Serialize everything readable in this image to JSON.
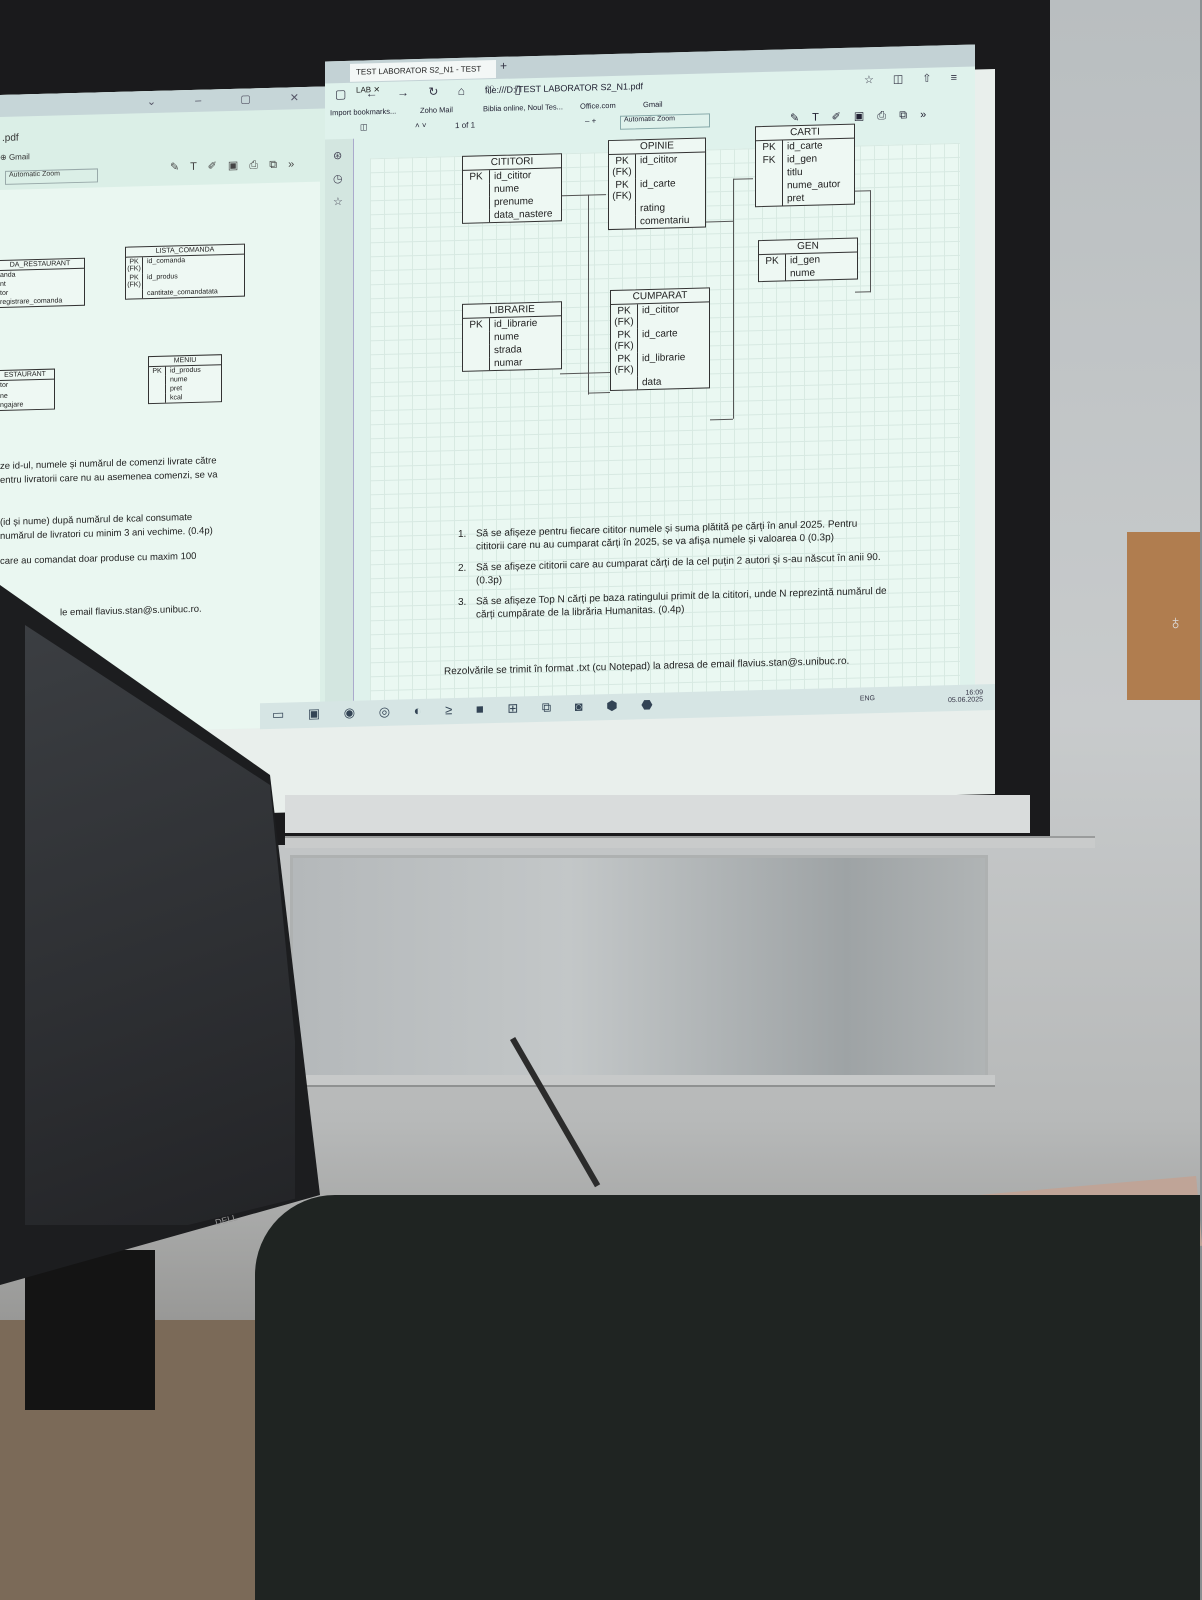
{
  "left_window": {
    "filename": ".pdf",
    "gmail": "Gmail",
    "zoom": "Automatic Zoom",
    "tables": [
      {
        "title": "DA_RESTAURANT",
        "rows": [
          {
            "k": "",
            "f": "anda"
          },
          {
            "k": "",
            "f": "nt"
          },
          {
            "k": "",
            "f": "tor"
          },
          {
            "k": "",
            "f": "registrare_comanda"
          }
        ]
      },
      {
        "title": "LISTA_COMANDA",
        "rows": [
          {
            "k": "PK (FK)",
            "f": "id_comanda"
          },
          {
            "k": "PK (FK)",
            "f": "id_produs"
          },
          {
            "k": "",
            "f": "cantitate_comandatata"
          }
        ]
      },
      {
        "title": "ESTAURANT",
        "rows": [
          {
            "k": "",
            "f": "tor"
          },
          {
            "k": "",
            "f": ""
          },
          {
            "k": "",
            "f": "ne"
          },
          {
            "k": "",
            "f": "ngajare"
          }
        ]
      },
      {
        "title": "MENIU",
        "rows": [
          {
            "k": "PK",
            "f": "id_produs"
          },
          {
            "k": "",
            "f": "nume"
          },
          {
            "k": "",
            "f": "pret"
          },
          {
            "k": "",
            "f": "kcal"
          }
        ]
      }
    ],
    "text_1": "ze id-ul, numele și numărul de comenzi livrate către",
    "text_2": "entru livratorii care nu au asemenea comenzi, se va",
    "text_3": "(id și nume) după numărul de kcal consumate",
    "text_4": "numărul de livratori cu minim 3 ani vechime. (0.4p)",
    "text_5": "care au comandat doar produse cu maxim 100",
    "text_6": "le email flavius.stan@s.unibuc.ro."
  },
  "browser": {
    "tab_title": "TEST LABORATOR S2_N1 - TEST LAB",
    "url": "file:///D:/TEST LABORATOR S2_N1.pdf",
    "bookmarks": [
      "Import bookmarks...",
      "Zoho Mail",
      "Biblia online, Noul Tes...",
      "Office.com",
      "Gmail"
    ],
    "page_current": "1",
    "page_total": "of 1",
    "zoom": "Automatic Zoom"
  },
  "diagram": {
    "tables": [
      {
        "title": "CITITORI",
        "rows": [
          {
            "k": "PK",
            "f": "id_cititor"
          },
          {
            "k": "",
            "f": "nume"
          },
          {
            "k": "",
            "f": "prenume"
          },
          {
            "k": "",
            "f": "data_nastere"
          }
        ]
      },
      {
        "title": "OPINIE",
        "rows": [
          {
            "k": "PK (FK)",
            "f": "id_cititor"
          },
          {
            "k": "PK (FK)",
            "f": "id_carte"
          },
          {
            "k": "",
            "f": "rating"
          },
          {
            "k": "",
            "f": "comentariu"
          }
        ]
      },
      {
        "title": "CARTI",
        "rows": [
          {
            "k": "PK",
            "f": "id_carte"
          },
          {
            "k": "FK",
            "f": "id_gen"
          },
          {
            "k": "",
            "f": "titlu"
          },
          {
            "k": "",
            "f": "nume_autor"
          },
          {
            "k": "",
            "f": "pret"
          }
        ]
      },
      {
        "title": "GEN",
        "rows": [
          {
            "k": "PK",
            "f": "id_gen"
          },
          {
            "k": "",
            "f": "nume"
          }
        ]
      },
      {
        "title": "LIBRARIE",
        "rows": [
          {
            "k": "PK",
            "f": "id_librarie"
          },
          {
            "k": "",
            "f": "nume"
          },
          {
            "k": "",
            "f": "strada"
          },
          {
            "k": "",
            "f": "numar"
          }
        ]
      },
      {
        "title": "CUMPARAT",
        "rows": [
          {
            "k": "PK (FK)",
            "f": "id_cititor"
          },
          {
            "k": "PK (FK)",
            "f": "id_carte"
          },
          {
            "k": "PK (FK)",
            "f": "id_librarie"
          },
          {
            "k": "",
            "f": "data"
          }
        ]
      }
    ]
  },
  "tasks": [
    {
      "n": "1.",
      "text": "Să se afișeze pentru fiecare cititor numele și suma plătită pe cărți în anul 2025. Pentru cititorii care nu au cumparat cărți în 2025, se va afișa numele și valoarea 0 (0.3p)"
    },
    {
      "n": "2.",
      "text": "Să se afișeze cititorii care au cumparat cărți de la cel puțin 2 autori și s-au născut în anii 90. (0.3p)"
    },
    {
      "n": "3.",
      "text": "Să se afișeze Top N cărți pe baza ratingului primit de la cititori, unde N reprezintă numărul de cărți cumpărate de la librăria Humanitas. (0.4p)"
    }
  ],
  "footer_note": "Rezolvările se trimit în format .txt (cu Notepad) la adresa de email flavius.stan@s.unibuc.ro.",
  "taskbar": {
    "lang": "ENG",
    "time": "16:09",
    "date": "05.06.2025"
  },
  "monitor_brand": "DELL"
}
